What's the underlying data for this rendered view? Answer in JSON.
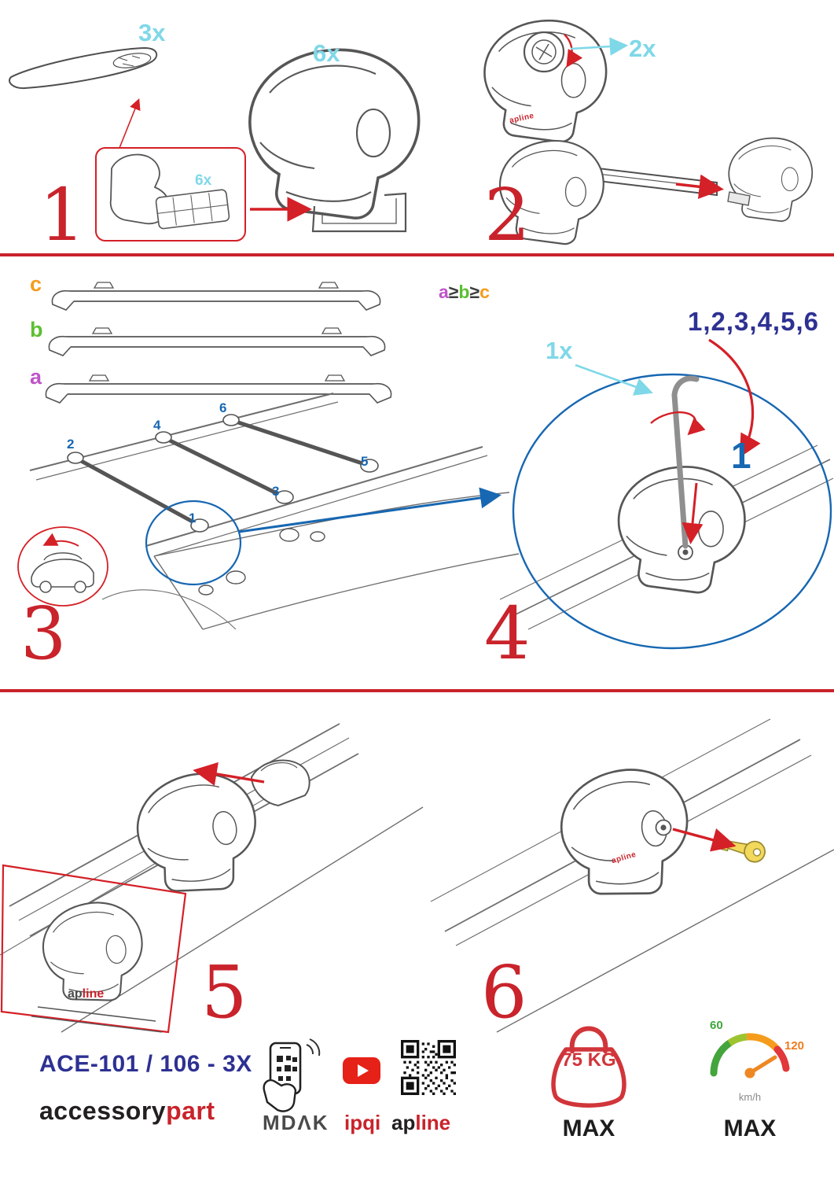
{
  "colors": {
    "red": "#c9232b",
    "cyan": "#7fd8e8",
    "blue": "#1767b2",
    "navy": "#2e3192",
    "green": "#5bbf31",
    "orange": "#f59c1c",
    "purple": "#bf55c9",
    "youtube_red": "#e62117"
  },
  "steps": {
    "one": {
      "number": "1",
      "bar_qty": "3x",
      "foot_qty": "6x",
      "pad_qty": "6x"
    },
    "two": {
      "number": "2",
      "knob_qty": "2x",
      "foot_brand": "apline"
    },
    "three": {
      "number": "3",
      "label_c": "c",
      "label_b": "b",
      "label_a": "a",
      "formula": {
        "a": "a",
        "ge1": "≥",
        "b": "b",
        "ge2": "≥",
        "c": "c"
      },
      "positions": {
        "p1": "1",
        "p2": "2",
        "p3": "3",
        "p4": "4",
        "p5": "5",
        "p6": "6"
      }
    },
    "four": {
      "number": "4",
      "sequence": "1,2,3,4,5,6",
      "key_qty": "1x",
      "first_position": "1"
    },
    "five": {
      "number": "5",
      "inset_brand_ap": "ap",
      "inset_brand_line": "line"
    },
    "six": {
      "number": "6",
      "foot_brand": "apline"
    }
  },
  "footer": {
    "model": "ACE-101 / 106 - 3X",
    "brand_accessory": "accessory",
    "brand_part": "part",
    "logo_mdak": "MDΛK",
    "logo_ipqi": "ipqi",
    "logo_apline_ap": "ap",
    "logo_apline_line": "line",
    "weight_value": "75 KG",
    "weight_max_label": "MAX",
    "speed_low": "60",
    "speed_high": "120",
    "speed_unit": "km/h",
    "speed_max_label": "MAX"
  }
}
